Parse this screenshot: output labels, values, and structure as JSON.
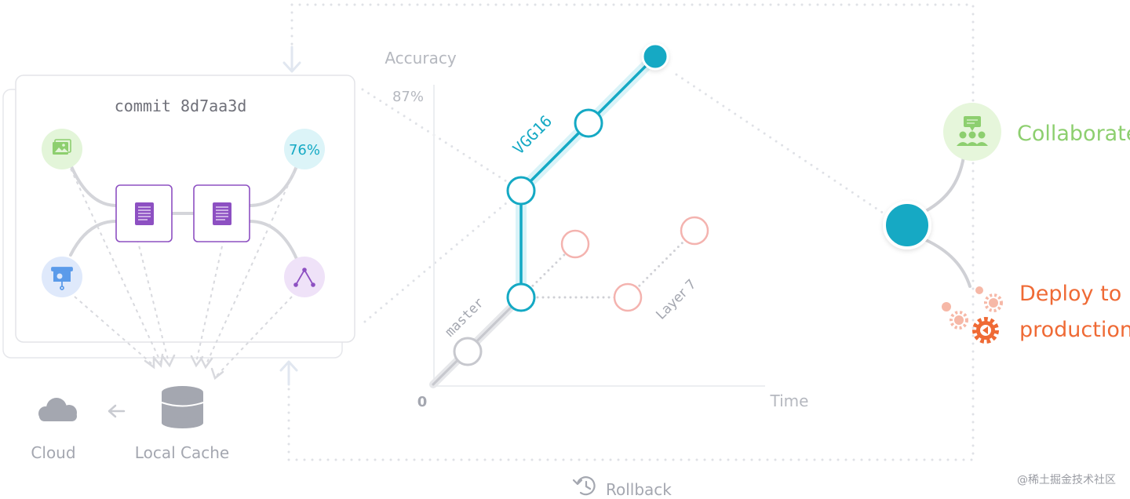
{
  "commit": {
    "label": "commit 8d7aa3d",
    "metric_badge": "76%"
  },
  "storage": {
    "cloud_label": "Cloud",
    "cache_label": "Local Cache"
  },
  "chart": {
    "y_axis_label": "Accuracy",
    "y_tick_label": "87%",
    "origin_label": "0",
    "x_axis_label": "Time",
    "branches": {
      "master": "master",
      "vgg16": "VGG16",
      "layer7": "Layer 7"
    }
  },
  "actions": {
    "collaborate": "Collaborate",
    "deploy_line1": "Deploy to",
    "deploy_line2": "production",
    "rollback": "Rollback"
  },
  "watermark": "@稀土掘金技术社区",
  "colors": {
    "teal": "#14a9c4",
    "green": "#8dcf6f",
    "orange": "#ef6a35",
    "purple": "#8d50c2",
    "pink": "#f4a4a0",
    "gray": "#c7c8ce",
    "text_gray": "#a4a7b0",
    "blue": "#5b9bea"
  }
}
